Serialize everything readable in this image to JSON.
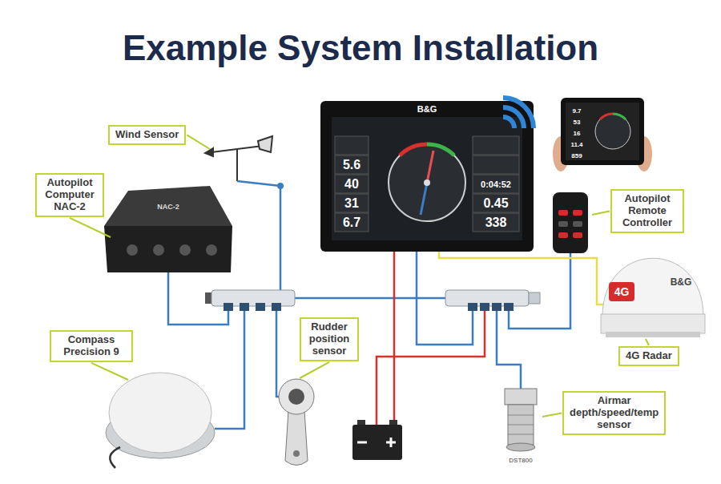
{
  "diagram": {
    "title": "Example System Installation",
    "nodes": [
      {
        "text": [
          "Wind Sensor"
        ]
      },
      {
        "text": [
          "Autopilot Computer NAC-2"
        ]
      },
      {
        "text": [
          "Autopilot Remote Controller"
        ]
      },
      {
        "text": [
          "Rudder position sensor"
        ]
      },
      {
        "text": [
          "Compass Precision 9"
        ]
      },
      {
        "text": [
          "4G Radar"
        ]
      },
      {
        "text": [
          "Airmar depth/speed/temp sensor"
        ]
      }
    ],
    "labels": [
      "NAC-2",
      "B&G",
      "5.6",
      "40",
      "31",
      "6.7",
      "0:04:52",
      "0.45",
      "338",
      "9.7",
      "53",
      "16",
      "11.4",
      "859",
      "4G",
      "B&G",
      "DST800"
    ]
  }
}
